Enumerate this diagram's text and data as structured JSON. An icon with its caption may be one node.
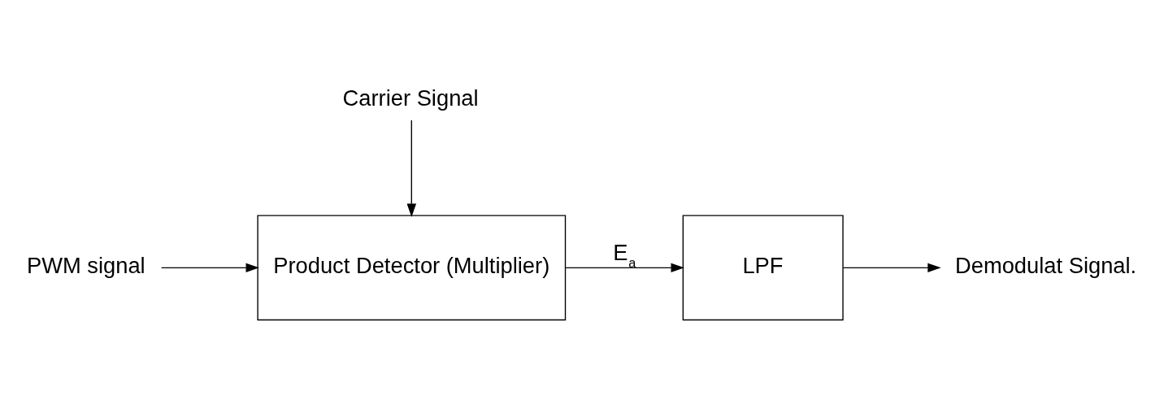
{
  "diagram": {
    "nodes": [
      {
        "text": [
          "PWM signal"
        ]
      },
      {
        "text": [
          "Product Detector (Multiplier)"
        ]
      },
      {
        "text": [
          "Carrier Signal"
        ]
      },
      {
        "text": [
          "LPF"
        ]
      },
      {
        "text": [
          "Demodulat Signal."
        ]
      }
    ],
    "edges": [
      {
        "from": 0,
        "to": 1,
        "arrow": "to"
      },
      {
        "from": 2,
        "to": 1,
        "arrow": "to"
      },
      {
        "from": 1,
        "to": 3,
        "arrow": "to",
        "label": "E$_{a}$"
      },
      {
        "from": 3,
        "to": 4,
        "arrow": "to"
      }
    ]
  }
}
